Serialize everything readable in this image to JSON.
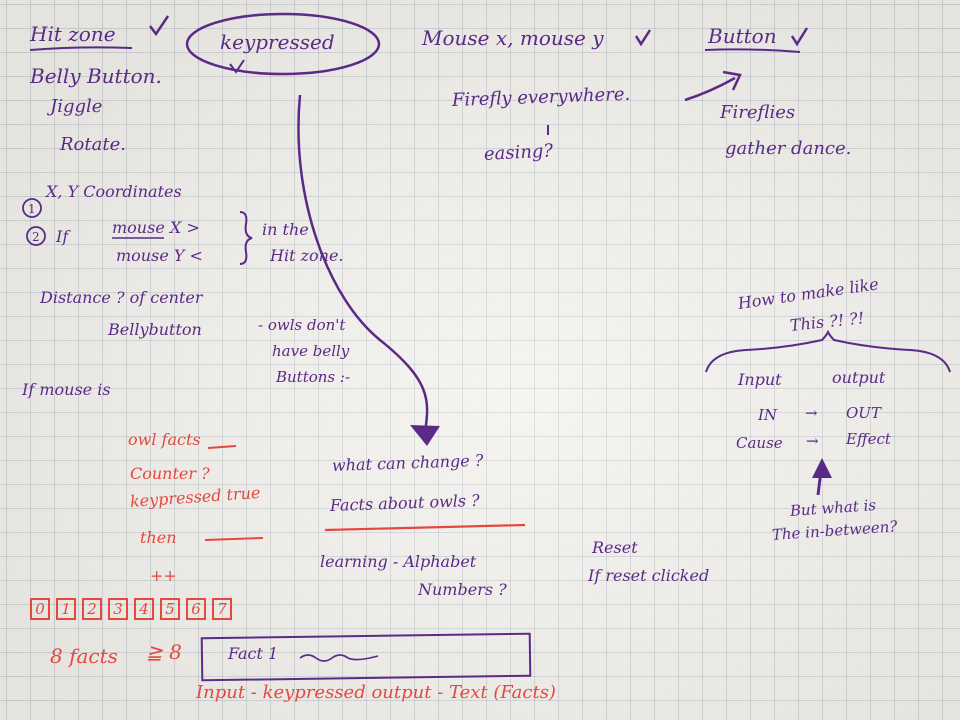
{
  "top": {
    "hitzone": "Hit zone",
    "keypressed": "keypressed",
    "mousexy": "Mouse x, mouse y",
    "button": "Button"
  },
  "left_top": {
    "belly_button": "Belly Button.",
    "jiggle": "Jiggle",
    "rotate": "Rotate."
  },
  "center_top": {
    "firefly_everywhere": "Firefly everywhere.",
    "easing": "easing?"
  },
  "right_top": {
    "fireflies": "Fireflies",
    "gather_dance": "gather dance."
  },
  "coords": {
    "item1": "X, Y Coordinates",
    "item2_if": "If",
    "mouse_x": "mouse X >",
    "mouse_y": "mouse Y <",
    "in_the": "in the",
    "hit_zone": "Hit zone."
  },
  "distance": {
    "line1": "Distance ? of center",
    "bellybutton": "Bellybutton",
    "owls1": "- owls don't",
    "owls2": "have belly",
    "owls3": "Buttons :-"
  },
  "if_mouse": "If mouse is",
  "red_list": {
    "owl_facts": "owl facts",
    "counter": "Counter ?",
    "keypressed_true": "keypressed true",
    "then": "then",
    "plusplus": "++"
  },
  "center": {
    "what_change": "what can change ?",
    "facts_owls": "Facts about owls ?",
    "learning": "learning - Alphabet",
    "numbers": "Numbers ?"
  },
  "reset": {
    "line1": "Reset",
    "line2": "If reset clicked"
  },
  "right": {
    "how_to": "How to make like",
    "this": "This ?! ?!",
    "input": "Input",
    "output": "output",
    "in": "IN",
    "out": "OUT",
    "cause": "Cause",
    "effect": "Effect",
    "arrow": "→",
    "but_what": "But what is",
    "in_between": "The in-between?"
  },
  "boxes": [
    "0",
    "1",
    "2",
    "3",
    "4",
    "5",
    "6",
    "7"
  ],
  "bottom": {
    "eight_facts": "8 facts",
    "geq8": "≧ 8",
    "fact1": "Fact 1",
    "io": "Input - keypressed  output - Text (Facts)"
  },
  "colors": {
    "purple_ink": "#5b2a86",
    "red_ink": "#e5483d",
    "paper": "#f3f1ec"
  }
}
